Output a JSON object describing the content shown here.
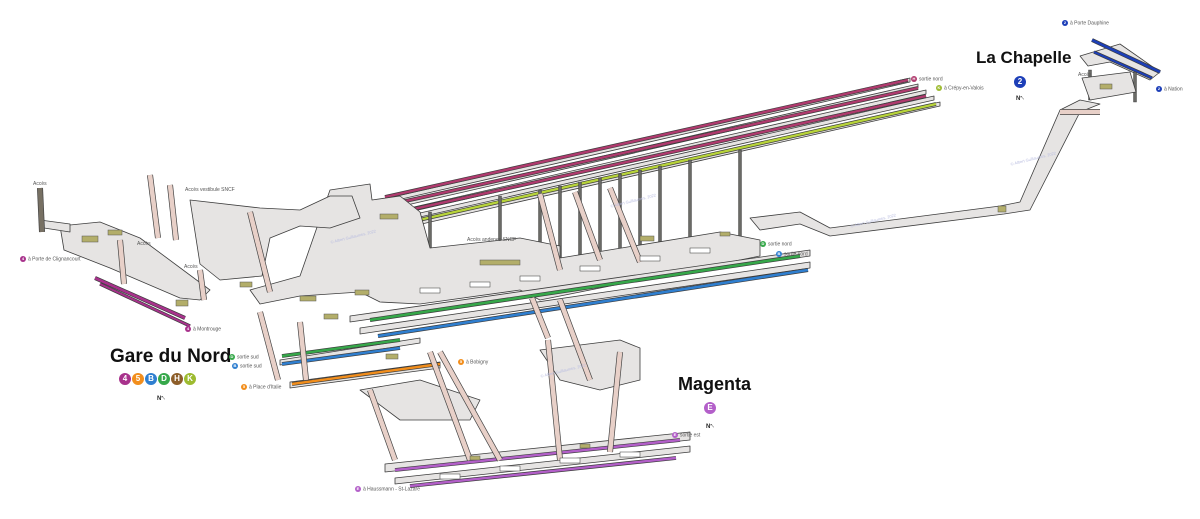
{
  "stations": {
    "gare_du_nord": {
      "title": "Gare du Nord",
      "lines": [
        "4",
        "5",
        "B",
        "D",
        "H",
        "K"
      ]
    },
    "magenta": {
      "title": "Magenta",
      "lines": [
        "E"
      ]
    },
    "la_chapelle": {
      "title": "La Chapelle",
      "lines": [
        "2"
      ]
    }
  },
  "compass_letter": "N",
  "colors": {
    "line_4": "#a8328c",
    "line_5": "#f28e1c",
    "line_B": "#2f7fd0",
    "line_D": "#36a84a",
    "line_H": "#8d5e2a",
    "line_K": "#9dbb30",
    "line_E": "#b35fc9",
    "line_2": "#1d3fb8",
    "sncf_red": "#b03a6e",
    "sncf_green": "#b8d43a",
    "floor": "#e6e4e3",
    "floor_edge": "#3d3d3d",
    "escalator": "#e8d0c8",
    "stairs": "#b3ae6a"
  },
  "labels": {
    "acces_top_left": "Accès",
    "acces_vestibule_sncf": "Accès vestibule SNCF",
    "acces_1": "Accès",
    "acces_2": "Accès",
    "acces_banlieue": "Accès andenes SNCF",
    "acces_lachapelle": "Accès",
    "porte_clignancourt": "à Porte de Clignancourt",
    "montrouge": "à Montrouge",
    "sortie_nord_red": "sortie nord",
    "crepy_valois": "à Crépy-en-Valois",
    "sortie_nord_D": "sortie nord",
    "sortie_nord_B": "sortie nord",
    "sortie_sud_D": "sortie sud",
    "sortie_sud_B": "sortie sud",
    "bobigny": "à Bobigny",
    "place_italie": "à Place d'Italie",
    "sortie_est": "sortie est",
    "haussmann": "à Haussmann - St-Lazare",
    "porte_dauphine": "à Porte Dauphine",
    "nation": "à Nation"
  },
  "watermark": "© Albert Guillaumes, 2022"
}
